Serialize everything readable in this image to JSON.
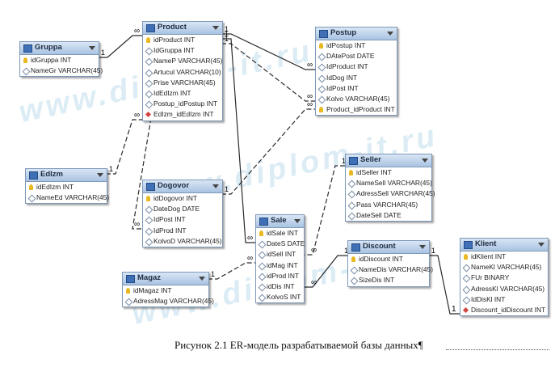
{
  "watermark": "www.diplom-it.ru",
  "caption": "Рисунок 2.1 ER-модель разрабатываемой базы данных¶",
  "entities": [
    {
      "id": "gruppa",
      "title": "Gruppa",
      "fields": [
        {
          "text": "idGruppa INT",
          "icon": "key"
        },
        {
          "text": "NameGr VARCHAR(45)",
          "icon": "diamond"
        }
      ]
    },
    {
      "id": "product",
      "title": "Product",
      "fields": [
        {
          "text": "idProduct INT",
          "icon": "key"
        },
        {
          "text": "IdGruppa INT",
          "icon": "diamond"
        },
        {
          "text": "NameP VARCHAR(45)",
          "icon": "diamond"
        },
        {
          "text": "Artucul VARCHAR(10)",
          "icon": "diamond"
        },
        {
          "text": "Prise VARCHAR(45)",
          "icon": "diamond"
        },
        {
          "text": "IdEdIzm INT",
          "icon": "diamond"
        },
        {
          "text": "Postup_idPostup INT",
          "icon": "diamond"
        },
        {
          "text": "EdIzm_idEdIzm INT",
          "icon": "fk"
        }
      ]
    },
    {
      "id": "postup",
      "title": "Postup",
      "fields": [
        {
          "text": "idPostup INT",
          "icon": "key"
        },
        {
          "text": "DAtePost DATE",
          "icon": "diamond"
        },
        {
          "text": "IdProduct INT",
          "icon": "diamond"
        },
        {
          "text": "IdDog INT",
          "icon": "diamond"
        },
        {
          "text": "IdPost INT",
          "icon": "diamond"
        },
        {
          "text": "Kolvo VARCHAR(45)",
          "icon": "diamond"
        },
        {
          "text": "Product_idProduct INT",
          "icon": "key"
        }
      ]
    },
    {
      "id": "edizm",
      "title": "EdIzm",
      "fields": [
        {
          "text": "idEdIzm INT",
          "icon": "key"
        },
        {
          "text": "NameEd VARCHAR(45)",
          "icon": "diamond"
        }
      ]
    },
    {
      "id": "dogovor",
      "title": "Dogovor",
      "fields": [
        {
          "text": "idDogovor INT",
          "icon": "key"
        },
        {
          "text": "DateDog DATE",
          "icon": "diamond"
        },
        {
          "text": "IdPost INT",
          "icon": "diamond"
        },
        {
          "text": "IdProd INT",
          "icon": "diamond"
        },
        {
          "text": "KolvoD VARCHAR(45)",
          "icon": "diamond"
        }
      ]
    },
    {
      "id": "seller",
      "title": "Seller",
      "fields": [
        {
          "text": "idSeller INT",
          "icon": "key"
        },
        {
          "text": "NameSell VARCHAR(45)",
          "icon": "diamond"
        },
        {
          "text": "AdressSell VARCHAR(45)",
          "icon": "diamond"
        },
        {
          "text": "Pass VARCHAR(45)",
          "icon": "diamond"
        },
        {
          "text": "DateSell DATE",
          "icon": "diamond"
        }
      ]
    },
    {
      "id": "sale",
      "title": "Sale",
      "fields": [
        {
          "text": "idSale INT",
          "icon": "key"
        },
        {
          "text": "DateS DATE",
          "icon": "diamond"
        },
        {
          "text": "idSell INT",
          "icon": "diamond"
        },
        {
          "text": "idMag INT",
          "icon": "diamond"
        },
        {
          "text": "idProd INT",
          "icon": "diamond"
        },
        {
          "text": "idDis INT",
          "icon": "diamond"
        },
        {
          "text": "KolvoS INT",
          "icon": "diamond"
        }
      ]
    },
    {
      "id": "discount",
      "title": "Discount",
      "fields": [
        {
          "text": "idDiscount INT",
          "icon": "key"
        },
        {
          "text": "NameDis VARCHAR(45)",
          "icon": "diamond"
        },
        {
          "text": "SizeDis INT",
          "icon": "diamond"
        }
      ]
    },
    {
      "id": "klient",
      "title": "Klient",
      "fields": [
        {
          "text": "idKlient INT",
          "icon": "key"
        },
        {
          "text": "NameKl VARCHAR(45)",
          "icon": "diamond"
        },
        {
          "text": "FUr BINARY",
          "icon": "diamond"
        },
        {
          "text": "AdressKl VARCHAR(45)",
          "icon": "diamond"
        },
        {
          "text": "IdDisKl INT",
          "icon": "diamond"
        },
        {
          "text": "Discount_idDiscount INT",
          "icon": "fk"
        }
      ]
    },
    {
      "id": "magaz",
      "title": "Magaz",
      "fields": [
        {
          "text": "idMagaz INT",
          "icon": "key"
        },
        {
          "text": "AdressMag VARCHAR(45)",
          "icon": "diamond"
        }
      ]
    }
  ],
  "relations": [
    {
      "from": "gruppa",
      "to": "product",
      "style": "solid",
      "from_label": "1",
      "to_label": "∞"
    },
    {
      "from": "product",
      "to": "postup",
      "style": "solid",
      "from_label": "1",
      "to_label": "∞"
    },
    {
      "from": "product",
      "to": "postup",
      "style": "dashed",
      "from_label": "1",
      "to_label": "∞"
    },
    {
      "from": "product",
      "to": "sale",
      "style": "solid",
      "from_label": "1",
      "to_label": "∞"
    },
    {
      "from": "edizm",
      "to": "product",
      "style": "dashed",
      "from_label": "1",
      "to_label": "∞"
    },
    {
      "from": "dogovor",
      "to": "postup",
      "style": "dashed",
      "from_label": "1",
      "to_label": "∞"
    },
    {
      "from": "product",
      "to": "dogovor",
      "style": "dashed",
      "from_label": "1",
      "to_label": "∞"
    },
    {
      "from": "seller",
      "to": "sale",
      "style": "dashed",
      "from_label": "1",
      "to_label": "∞"
    },
    {
      "from": "discount",
      "to": "sale",
      "style": "solid",
      "from_label": "1",
      "to_label": "∞"
    },
    {
      "from": "discount",
      "to": "klient",
      "style": "solid",
      "from_label": "1",
      "to_label": "1"
    },
    {
      "from": "magaz",
      "to": "sale",
      "style": "dashed",
      "from_label": "1",
      "to_label": "∞"
    }
  ]
}
